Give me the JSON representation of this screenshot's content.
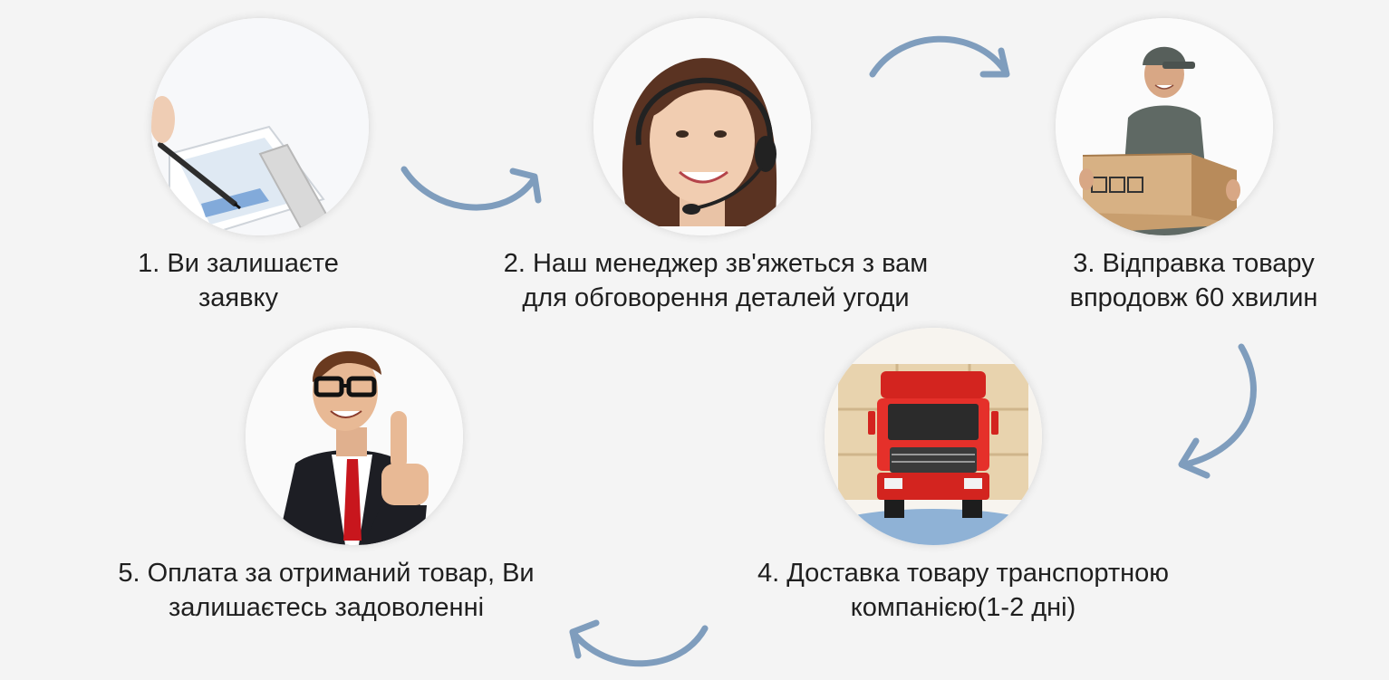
{
  "steps": [
    {
      "number": "1.",
      "line1": "Ви залишаєте",
      "line2": "заявку",
      "image": "hand-with-stylus-on-tablet"
    },
    {
      "number": "2.",
      "line1": "Наш менеджер зв'яжеться з вам",
      "line2": "для обговорення деталей угоди",
      "image": "call-center-operator-headset"
    },
    {
      "number": "3.",
      "line1": "Відправка товару",
      "line2": "впродовж 60 хвилин",
      "image": "courier-carrying-box"
    },
    {
      "number": "4.",
      "line1": "Доставка товару транспортною",
      "line2": "компанією(1-2 дні)",
      "image": "red-truck-with-boxes"
    },
    {
      "number": "5.",
      "line1": "Оплата за отриманий товар, Ви",
      "line2": "залишаєтесь задоволенні",
      "image": "businessman-thumbs-up"
    }
  ],
  "colors": {
    "background": "#f4f4f4",
    "arrow": "#7f9dbd",
    "text": "#1f1f1f",
    "circle": "#ffffff"
  },
  "icons": [
    "arrow-1-to-2-icon",
    "arrow-2-to-3-icon",
    "arrow-3-to-4-icon",
    "arrow-4-to-5-icon"
  ]
}
